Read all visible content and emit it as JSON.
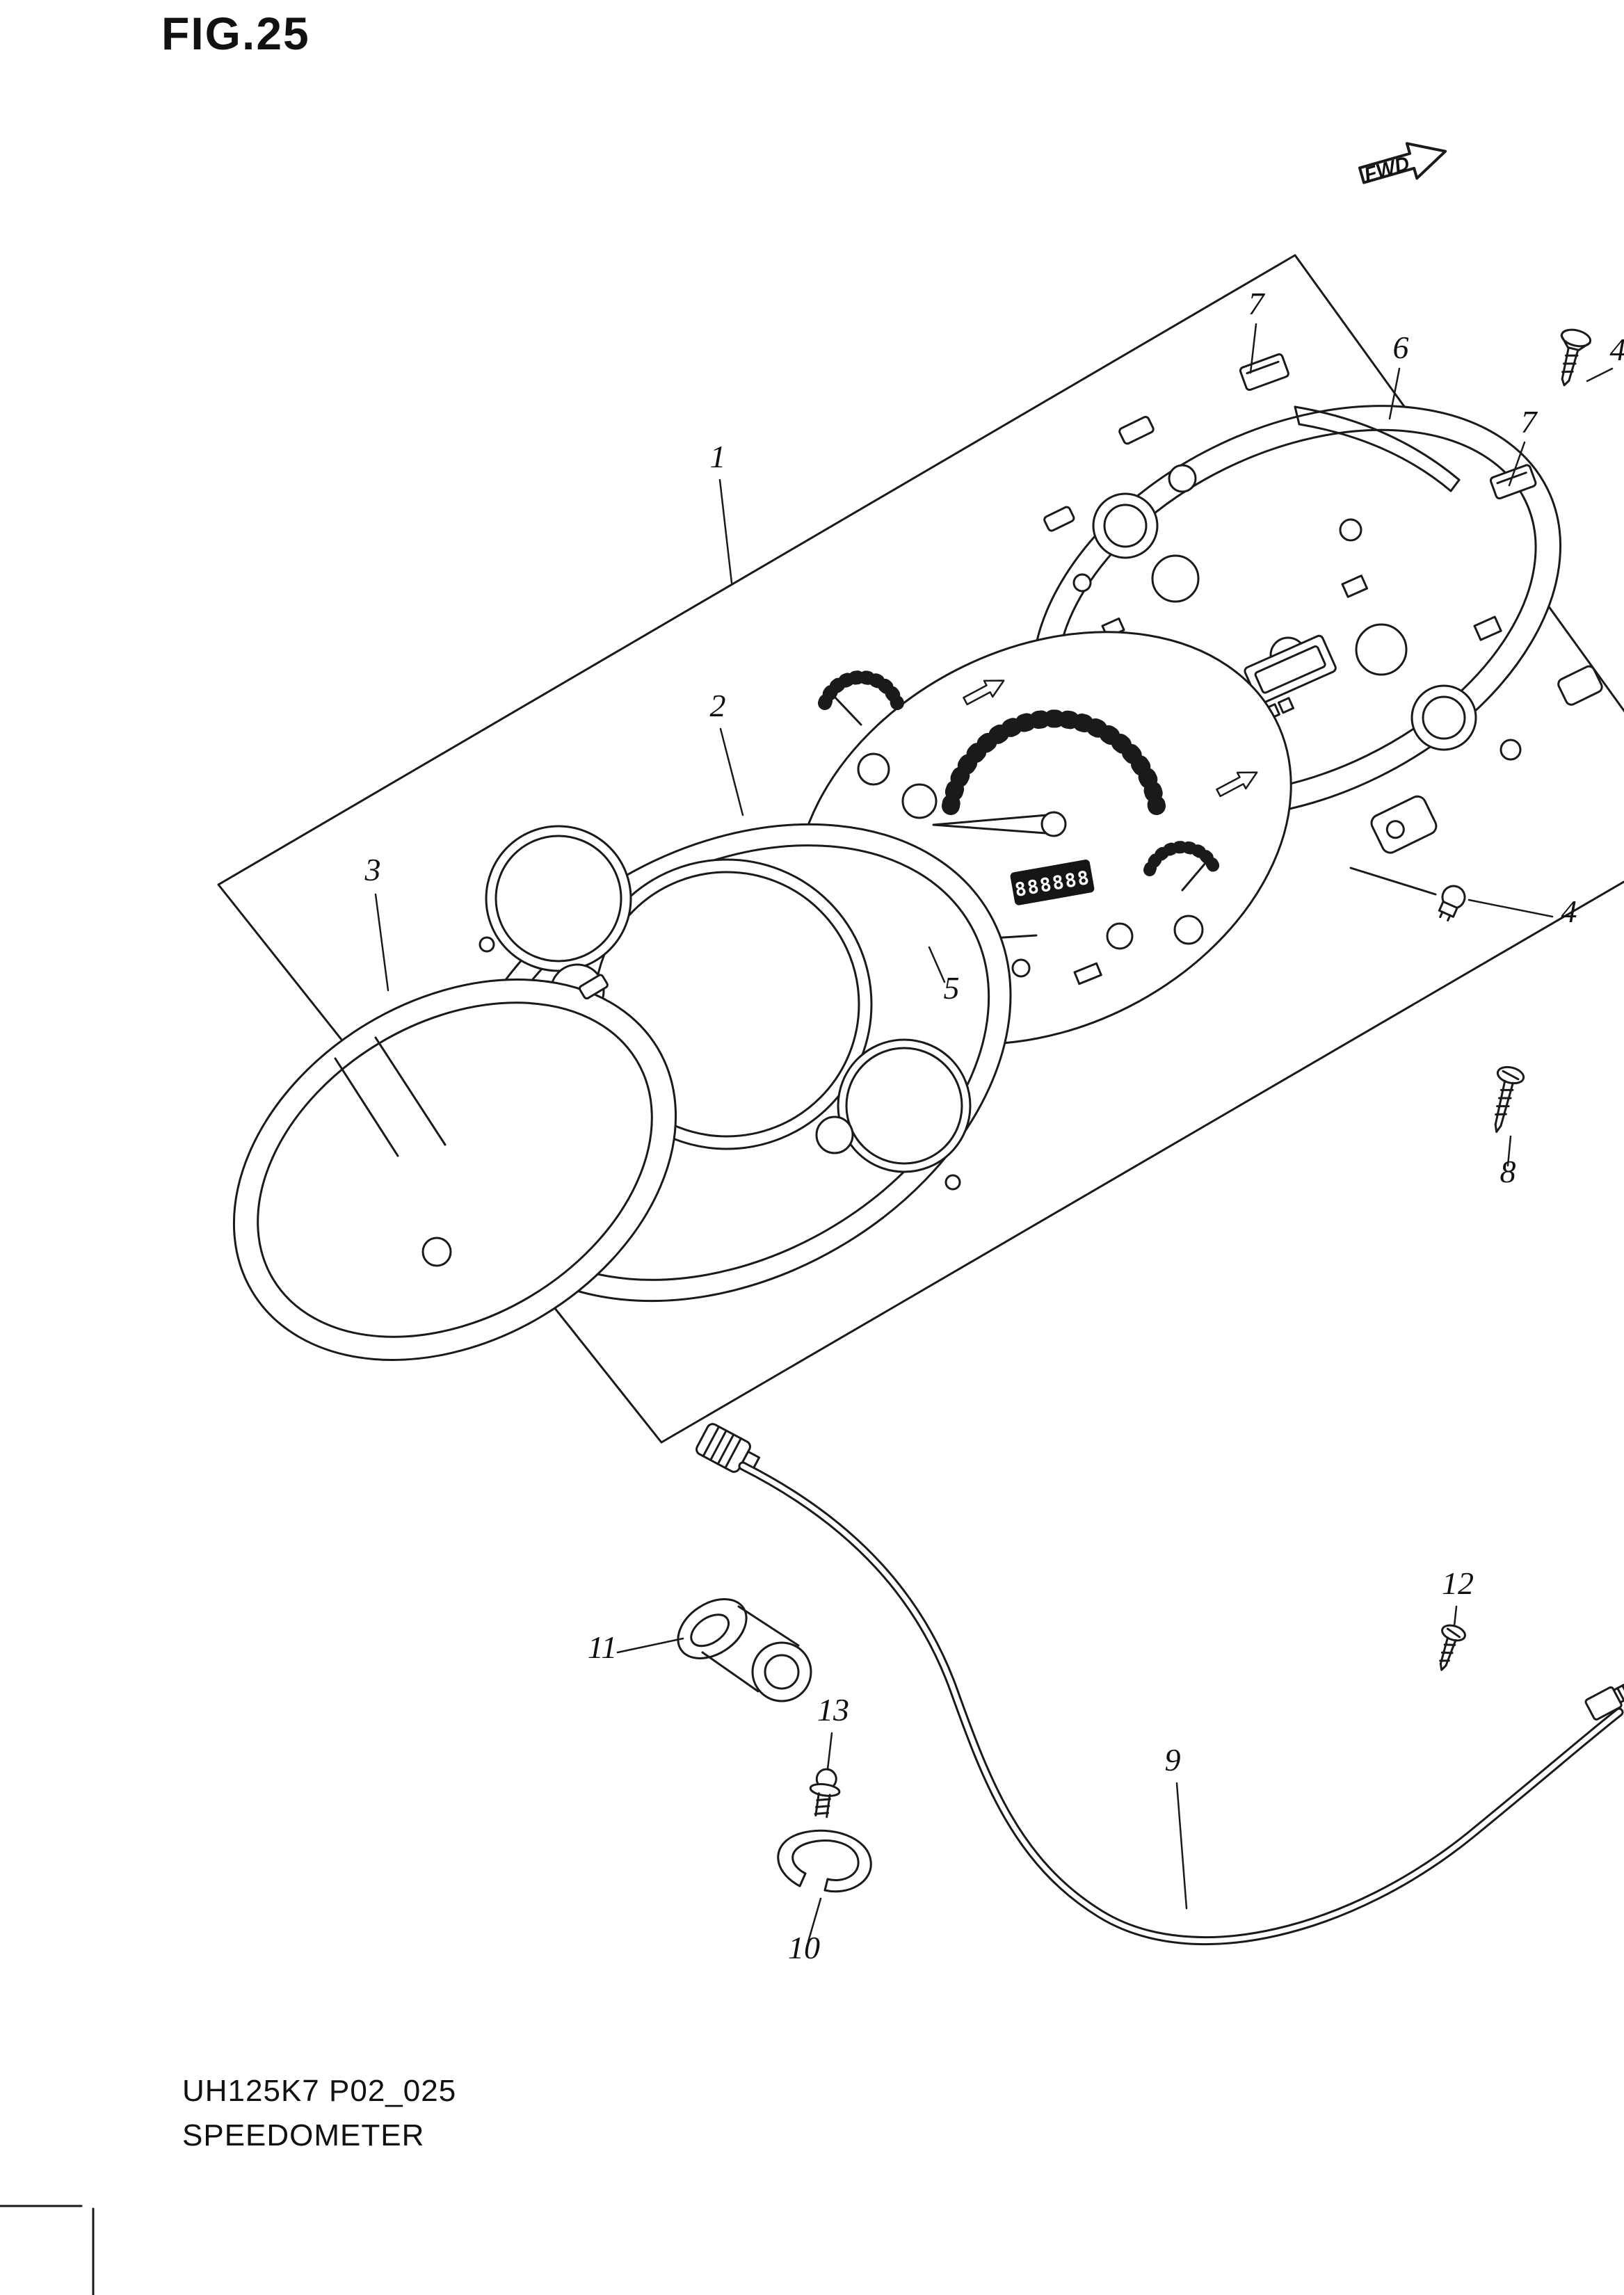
{
  "figure": {
    "title": "FIG.25",
    "direction_label": "FWD",
    "footer_code": "UH125K7 P02_025",
    "footer_caption": "SPEEDOMETER"
  },
  "gauge": {
    "odometer_value": "888888"
  },
  "callouts": {
    "part1": "1",
    "part2": "2",
    "part3": "3",
    "part4": "4",
    "part4_top": "4",
    "part5": "5",
    "part6": "6",
    "part7_left": "7",
    "part7_right": "7",
    "part8": "8",
    "part9": "9",
    "part10": "10",
    "part11": "11",
    "part12": "12",
    "part13": "13"
  }
}
